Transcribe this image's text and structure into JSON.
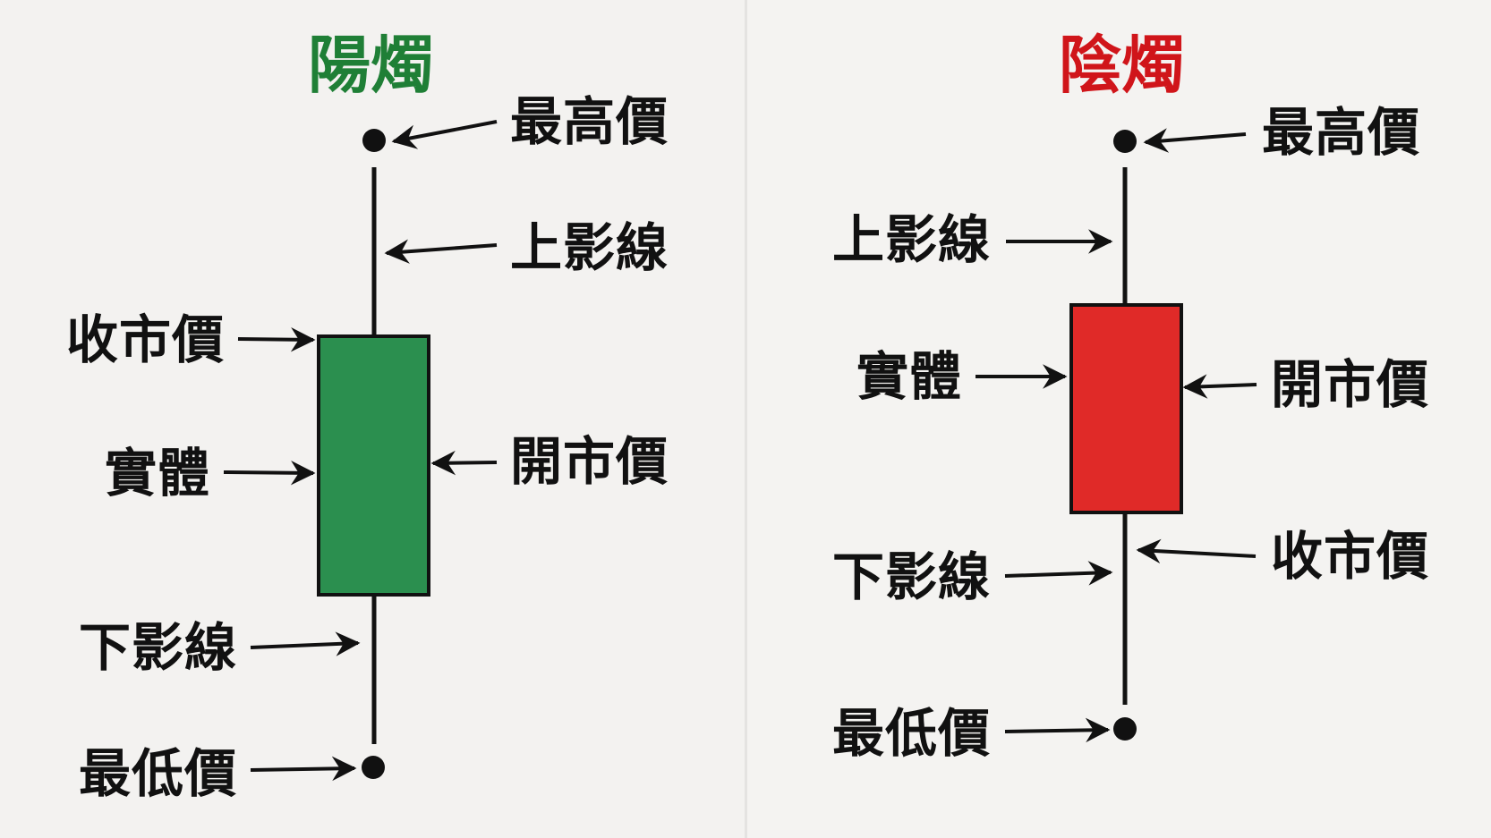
{
  "colors": {
    "bullish_title": "#1f7f36",
    "bearish_title": "#d0151a",
    "bullish_body": "#2b8f4f",
    "bearish_body": "#e02a28",
    "outline": "#111111",
    "background": "#f4f3f1"
  },
  "bullish": {
    "title": "陽燭",
    "labels": {
      "high": "最高價",
      "upper_shadow": "上影線",
      "close": "收市價",
      "body": "實體",
      "open": "開市價",
      "lower_shadow": "下影線",
      "low": "最低價"
    }
  },
  "bearish": {
    "title": "陰燭",
    "labels": {
      "high": "最高價",
      "upper_shadow": "上影線",
      "body": "實體",
      "open": "開市價",
      "close": "收市價",
      "lower_shadow": "下影線",
      "low": "最低價"
    }
  }
}
